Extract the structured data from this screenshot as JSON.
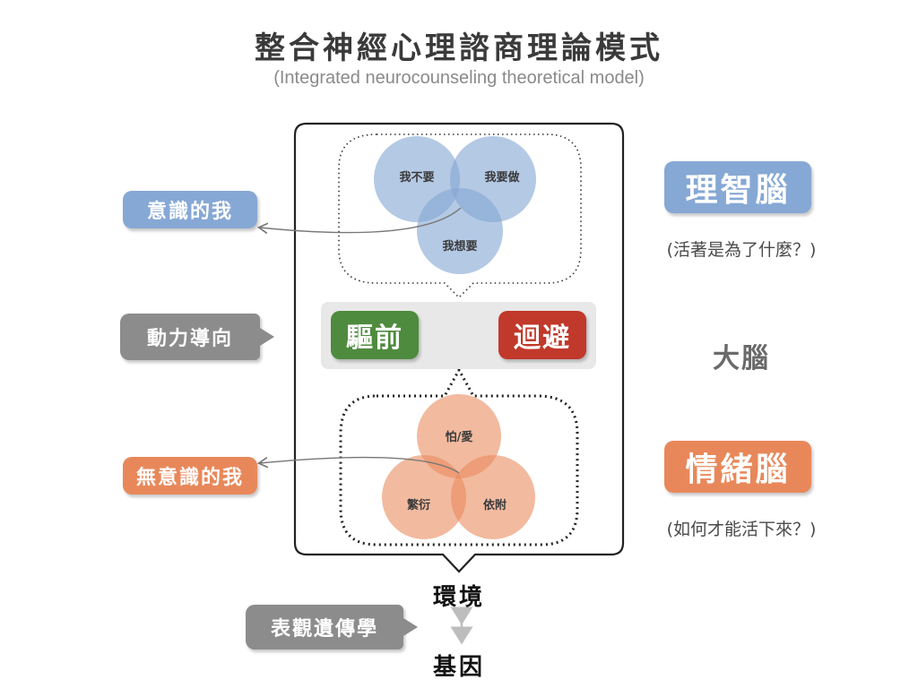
{
  "header": {
    "title": "整合神經心理諮商理論模式",
    "subtitle": "(Integrated neurocounseling theoretical model)"
  },
  "left_tags": {
    "conscious": "意識的我",
    "motivation": "動力導向",
    "unconscious": "無意識的我",
    "epigenetics": "表觀遺傳學"
  },
  "drive": {
    "approach": "驅前",
    "avoid": "迴避"
  },
  "top_venn": {
    "dont_want": "我不要",
    "want_to_do": "我要做",
    "i_want": "我想要"
  },
  "bottom_venn": {
    "fear_love": "怕/愛",
    "reproduce": "繁衍",
    "attach": "依附"
  },
  "right": {
    "rational_brain": "理智腦",
    "rational_question": "(活著是為了什麼？)",
    "brain": "大腦",
    "emotional_brain": "情緒腦",
    "emotional_question": "(如何才能活下來？)"
  },
  "bottom": {
    "environment": "環境",
    "genes": "基因"
  },
  "colors": {
    "blue": "#86a8d4",
    "green": "#4e8b3e",
    "red": "#c0392b",
    "orange": "#e8885a",
    "gray": "#8c8c8c"
  }
}
